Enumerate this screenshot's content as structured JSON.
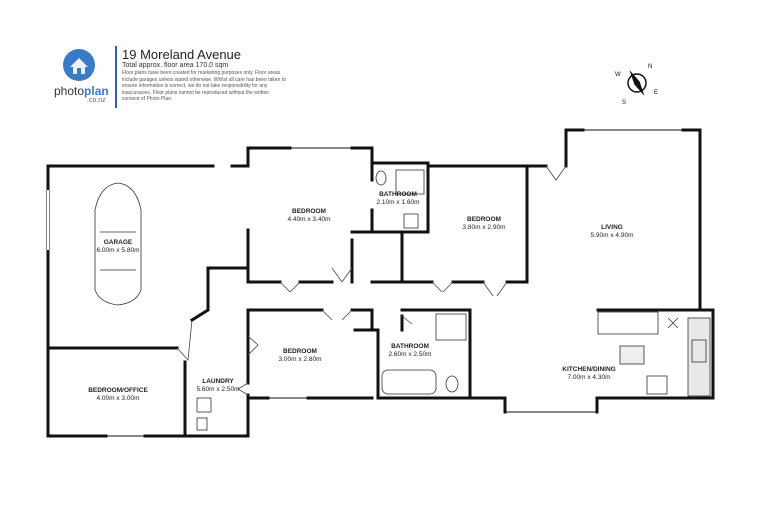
{
  "brand": {
    "name_main": "photo",
    "name_accent": "plan",
    "tld": ".co.nz"
  },
  "listing": {
    "address": "19 Moreland Avenue",
    "area": "Total approx. floor area 170.0 sqm",
    "disclaimer": "Floor plans have been created for marketing purposes only. Floor areas include garages unless stated otherwise. Whilst all care has been taken to ensure information is correct, we do not take responsibility for any inaccuracies. Floor plans cannot be reproduced without the written consent of Photo Plan."
  },
  "compass": {
    "labels": [
      "N",
      "E",
      "S",
      "W"
    ]
  },
  "rooms": [
    {
      "name": "GARAGE",
      "dims": "6.00m x 5.80m"
    },
    {
      "name": "BEDROOM",
      "dims": "4.40m x 3.40m"
    },
    {
      "name": "BATHROOM",
      "dims": "2.10m x 1.60m"
    },
    {
      "name": "BEDROOM",
      "dims": "3.80m x 2.90m"
    },
    {
      "name": "LIVING",
      "dims": "5.90m x 4.90m"
    },
    {
      "name": "BEDROOM",
      "dims": "3.00m x 2.80m"
    },
    {
      "name": "BATHROOM",
      "dims": "2.60m x 2.50m"
    },
    {
      "name": "KITCHEN/DINING",
      "dims": "7.00m x 4.30m"
    },
    {
      "name": "BEDROOM/OFFICE",
      "dims": "4.00m x 3.00m"
    },
    {
      "name": "LAUNDRY",
      "dims": "5.60m x 2.50m"
    }
  ],
  "colors": {
    "wall": "#111111",
    "accent": "#2b5ea8",
    "logo": "#3a7bc8"
  }
}
